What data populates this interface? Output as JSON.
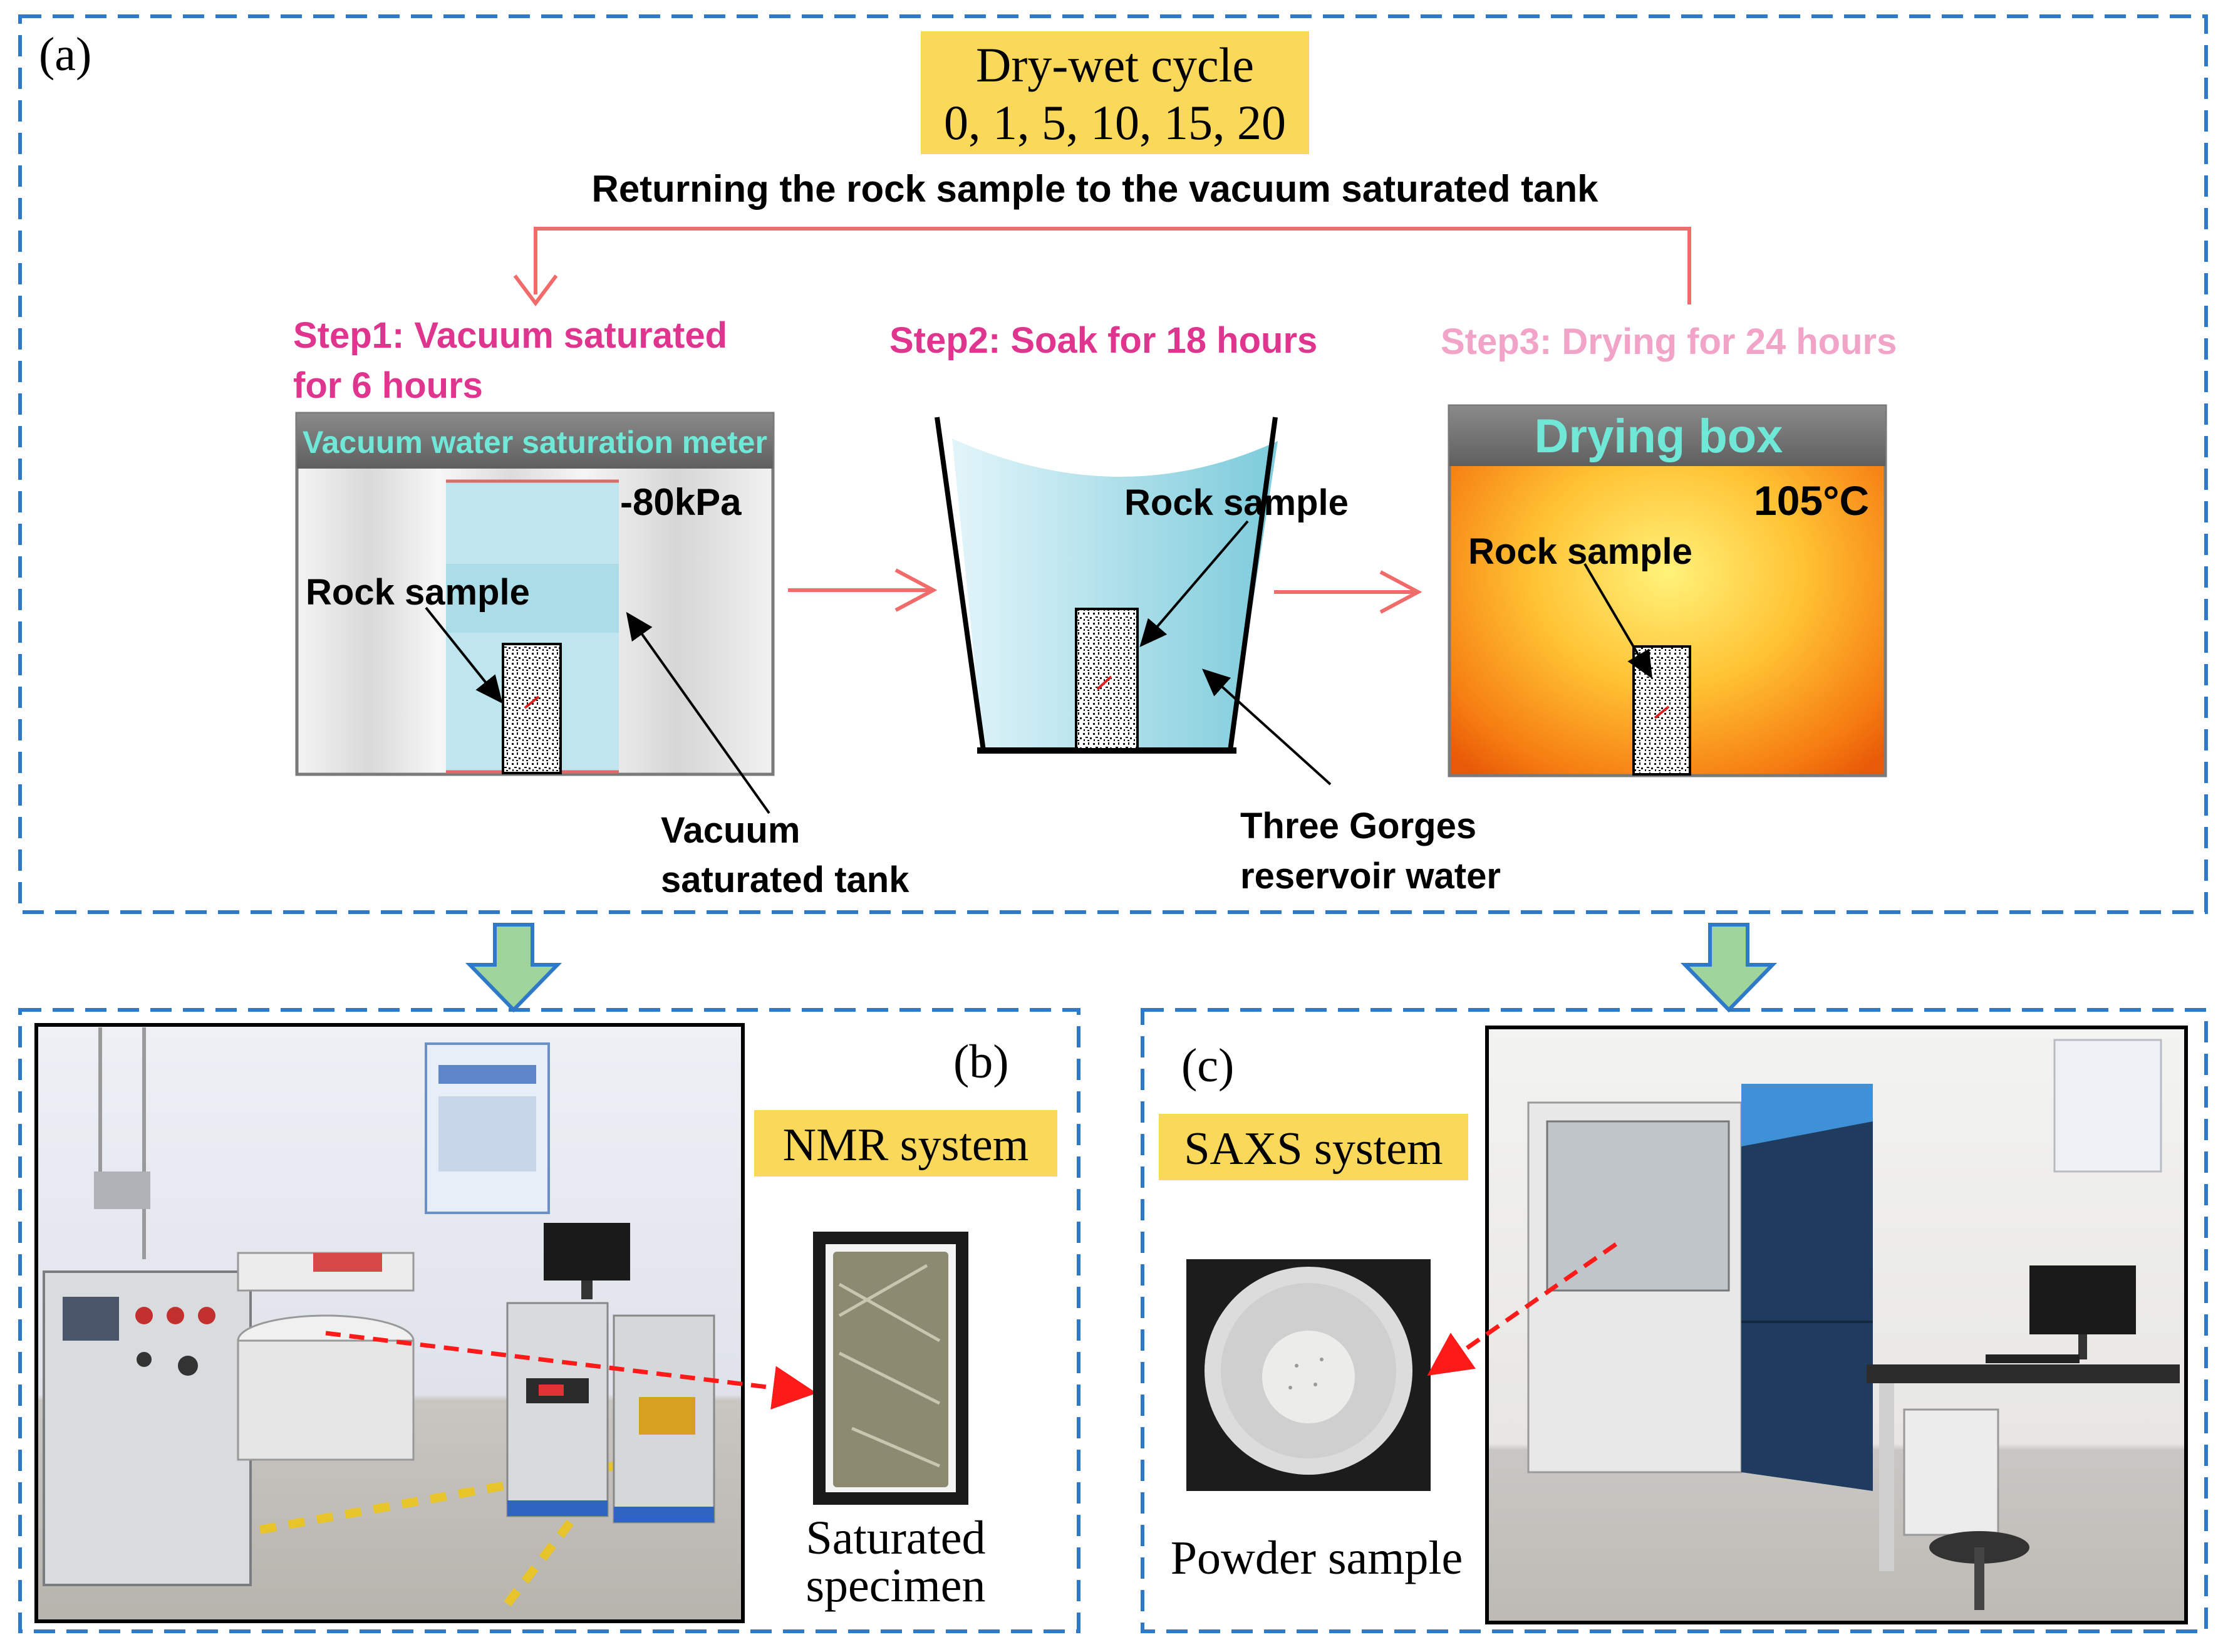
{
  "panels": {
    "a": {
      "label": "(a)"
    },
    "b": {
      "label": "(b)"
    },
    "c": {
      "label": "(c)"
    }
  },
  "cycle_box": {
    "line1": "Dry-wet cycle",
    "line2": "0, 1, 5, 10, 15, 20"
  },
  "return_note": "Returning the rock sample to the vacuum saturated tank",
  "steps": [
    {
      "line1": "Step1: Vacuum saturated",
      "line2": "for 6 hours"
    },
    {
      "line1": "Step2: Soak for 18 hours"
    },
    {
      "line1": "Step3: Drying for 24 hours"
    }
  ],
  "step1": {
    "meter_title": "Vacuum water saturation meter",
    "pressure": "-80kPa",
    "rock_label": "Rock sample",
    "tank_label_line1": "Vacuum",
    "tank_label_line2": "saturated tank"
  },
  "step2": {
    "rock_label": "Rock sample",
    "water_label_line1": "Three Gorges",
    "water_label_line2": "reservoir water"
  },
  "step3": {
    "box_title": "Drying box",
    "temperature": "105°C",
    "rock_label": "Rock sample"
  },
  "nmr": {
    "system_label": "NMR system",
    "specimen_line1": "Saturated",
    "specimen_line2": "specimen"
  },
  "saxs": {
    "system_label": "SAXS system",
    "powder_label": "Powder sample"
  },
  "colors": {
    "dash_border": "#2f7ac8",
    "label_bg": "#f9d85a",
    "arrow_red": "#f26b6b",
    "step1": "#e0358f",
    "step2": "#e0358f",
    "step3": "#f2a3c8",
    "cyan_text": "#6fe8d8",
    "down_arrow_fill": "#9fd49a",
    "down_arrow_stroke": "#2f7ac8"
  }
}
